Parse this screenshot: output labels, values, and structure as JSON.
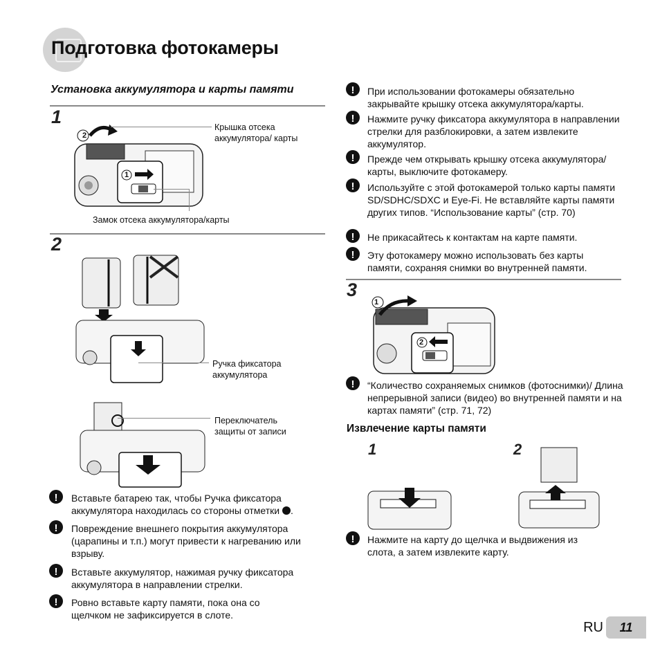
{
  "page_title": "Подготовка фотокамеры",
  "section_title": "Установка аккумулятора и карты памяти",
  "step1": {
    "number": "1",
    "cover_label": "Крышка отсека аккумулятора/ карты",
    "lock_label": "Замок отсека аккумулятора/карты",
    "marker1": "1",
    "marker2": "2"
  },
  "step2": {
    "number": "2",
    "knob_label": "Ручка фиксатора аккумулятора",
    "switch_label": "Переключатель защиты от записи"
  },
  "left_notes": [
    "Вставьте батарею так, чтобы Ручка фиксатора аккумулятора находилась со стороны отметки",
    "Повреждение внешнего покрытия аккумулятора (царапины и т.п.) могут привести к нагреванию или взрыву.",
    "Вставьте аккумулятор, нажимая ручку фиксатора аккумулятора в направлении стрелки.",
    "Ровно вставьте карту памяти, пока она со щелчком не зафиксируется в слоте."
  ],
  "right_notes": [
    "При использовании фотокамеры обязательно закрывайте крышку отсека аккумулятора/карты.",
    "Нажмите ручку фиксатора аккумулятора в направлении стрелки для разблокировки, а затем извлеките аккумулятор.",
    "Прежде чем открывать крышку отсека аккумулятора/карты, выключите фотокамеру.",
    "Используйте с этой фотокамерой только карты памяти SD/SDHC/SDXC и Eye-Fi. Не вставляйте карты памяти других типов. “Использование карты” (стр. 70)",
    "Не прикасайтесь к контактам на карте памяти.",
    "Эту фотокамеру можно использовать без карты памяти, сохраняя снимки во внутренней памяти."
  ],
  "step3": {
    "number": "3",
    "marker1": "1",
    "marker2": "2",
    "note": "“Количество сохраняемых снимков (фотоснимки)/ Длина непрерывной записи (видео) во внутренней памяти и на картах памяти” (стр. 71, 72)"
  },
  "removal": {
    "title": "Извлечение карты памяти",
    "step1": "1",
    "step2": "2",
    "note": "Нажмите на карту до щелчка и выдвижения из слота, а затем извлеките карту."
  },
  "footer": {
    "lang": "RU",
    "page": "11"
  }
}
